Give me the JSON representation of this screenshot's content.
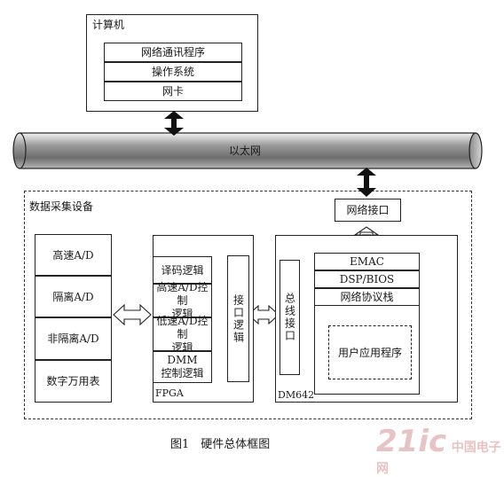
{
  "computer": {
    "title": "计算机",
    "layers": [
      "网络通讯程序",
      "操作系统",
      "网卡"
    ]
  },
  "ethernet": {
    "label": "以太网"
  },
  "network_interface": {
    "label": "网络接口"
  },
  "acquisition": {
    "title": "数据采集设备",
    "ad_modules": [
      "高速A/D",
      "隔离A/D",
      "非隔离A/D",
      "数字万用表"
    ],
    "fpga": {
      "label": "FPGA",
      "logic_blocks": [
        [
          "译码逻辑"
        ],
        [
          "高速A/D控制",
          "逻辑"
        ],
        [
          "低速A/D控制",
          "逻辑"
        ],
        [
          "DMM",
          "控制逻辑"
        ]
      ],
      "interface_logic": "接口逻辑"
    },
    "dm642": {
      "label": "DM642",
      "bus_interface": "总线接口",
      "stack": [
        "EMAC",
        "DSP/BIOS",
        "网络协议栈"
      ],
      "user_app": "用户应用程序"
    }
  },
  "caption": "图1　硬件总体框图",
  "watermark": {
    "text": "21ic",
    "site": "中国电子网"
  }
}
